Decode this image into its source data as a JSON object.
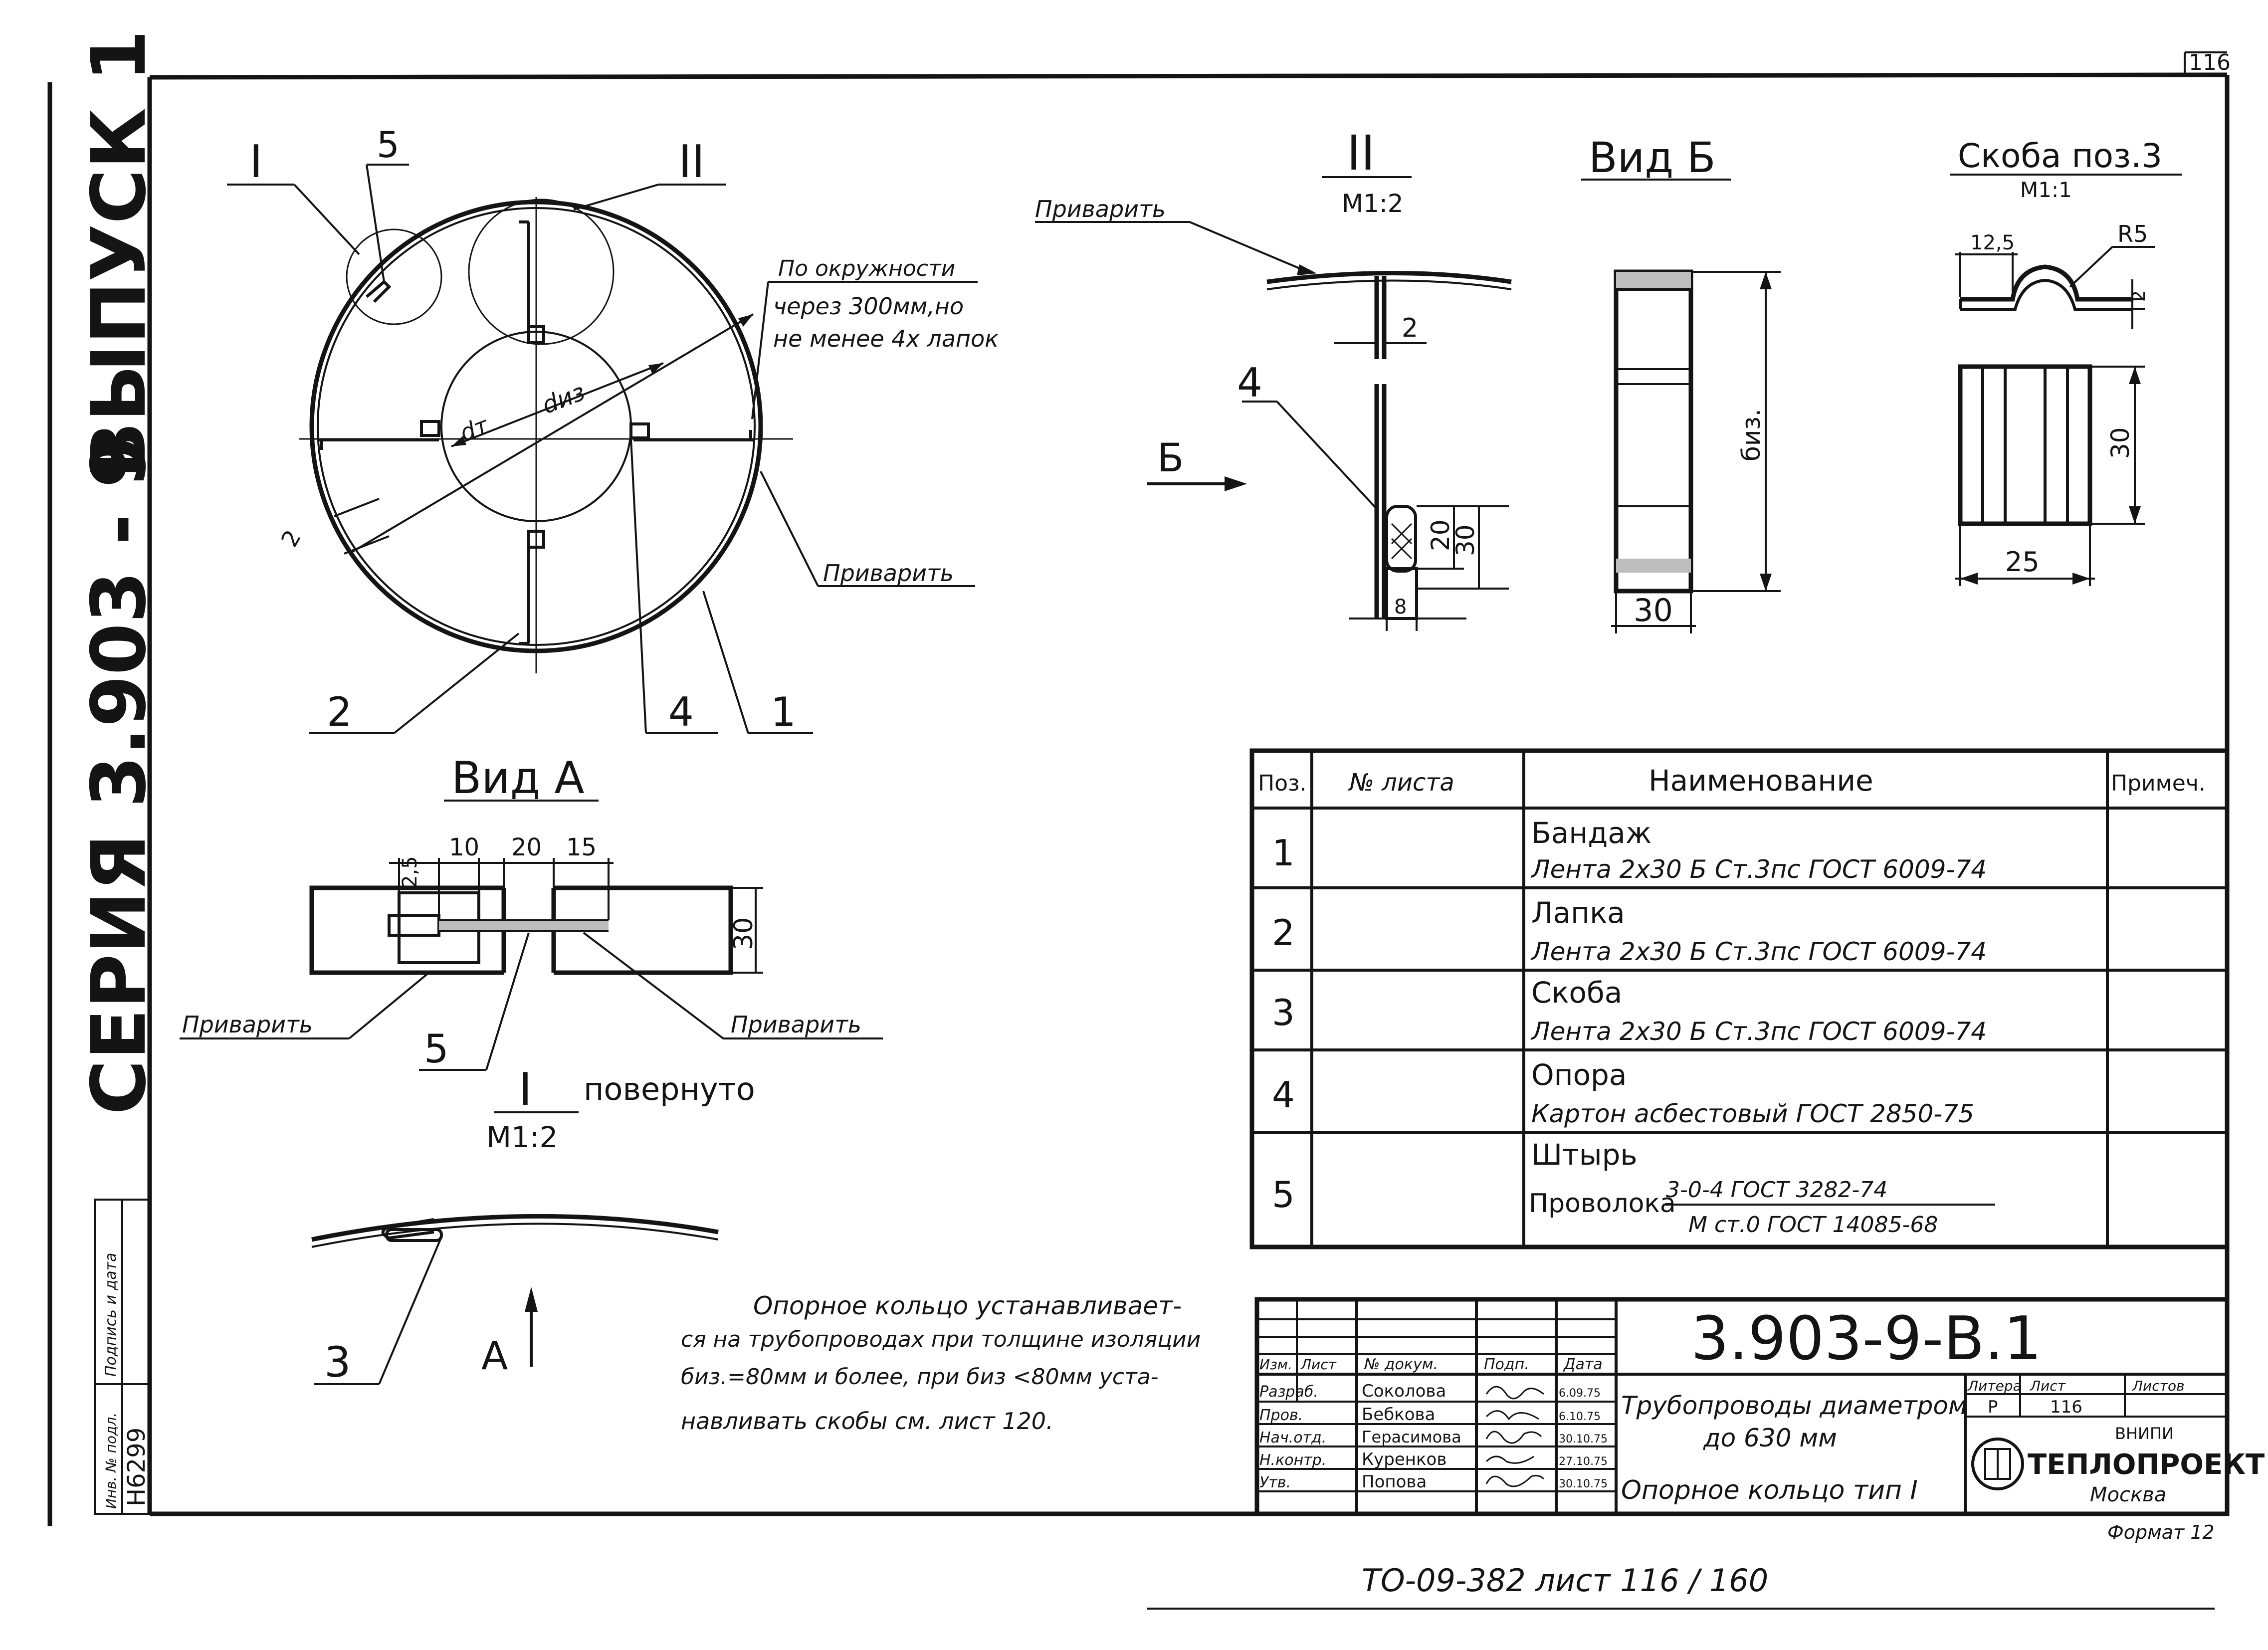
{
  "corner": {
    "sheet": "116"
  },
  "side": {
    "series": "СЕРИЯ  3.903 - 9",
    "issue": "ВЫПУСК 1",
    "stamp_label1": "Подпись и дата",
    "stamp_label2": "Инв. № подл.",
    "stamp_value": "H6299"
  },
  "circle_view": {
    "label_I": "I",
    "label_5": "5",
    "label_II": "II",
    "note_line1": "По окружности",
    "note_line2": "через 300мм,но",
    "note_line3": "не менее 4х лапок",
    "d_iz": "dиз",
    "d_t": "dт",
    "dim_2": "2",
    "weld": "Приварить",
    "pos_2": "2",
    "pos_4": "4",
    "pos_1": "1"
  },
  "detail_II": {
    "title": "II",
    "scale": "М1:2",
    "weld": "Приварить",
    "dim_2": "2",
    "pos_4": "4",
    "arrow_B": "Б",
    "dim_20": "20",
    "dim_30": "30",
    "dim_8": "8"
  },
  "view_B": {
    "title": "Вид Б",
    "dim_biz": "биз.",
    "dim_30": "30"
  },
  "bracket": {
    "title": "Скоба  поз.3",
    "scale": "М1:1",
    "dim_12_5": "12,5",
    "dim_R5": "R5",
    "dim_2": "2",
    "dim_30": "30",
    "dim_25": "25"
  },
  "view_A": {
    "title": "Вид А",
    "dim_2_5": "2,5",
    "dim_10": "10",
    "dim_20": "20",
    "dim_15": "15",
    "dim_30": "30",
    "weld_left": "Приварить",
    "weld_right": "Приварить",
    "pos_5": "5"
  },
  "detail_I": {
    "title": "I",
    "title_suffix": "повернуто",
    "scale": "М1:2",
    "pos_3": "3",
    "arrow_A": "А"
  },
  "note": {
    "line1": "Опорное кольцо устанавливает-",
    "line2": "ся на трубопроводах при толщине изоляции",
    "line3": "биз.=80мм и более, при биз <80мм уста-",
    "line4": "навливать скобы см. лист 120."
  },
  "spec_table": {
    "headers": [
      "Поз.",
      "№ листа",
      "Наименование",
      "Примеч."
    ],
    "rows": [
      {
        "pos": "1",
        "sheet": "",
        "name1": "Бандаж",
        "name2": "Лента 2х30 Б Ст.3пс ГОСТ 6009-74",
        "note": ""
      },
      {
        "pos": "2",
        "sheet": "",
        "name1": "Лапка",
        "name2": "Лента 2х30 Б Ст.3пс ГОСТ 6009-74",
        "note": ""
      },
      {
        "pos": "3",
        "sheet": "",
        "name1": "Скоба",
        "name2": "Лента 2х30 Б Ст.3пс ГОСТ 6009-74",
        "note": ""
      },
      {
        "pos": "4",
        "sheet": "",
        "name1": "Опора",
        "name2": "Картон асбестовый ГОСТ 2850-75",
        "note": ""
      },
      {
        "pos": "5",
        "sheet": "",
        "name1": "Штырь",
        "name2_prefix": "Проволока",
        "name2_top": "3-0-4 ГОСТ 3282-74",
        "name2_bottom": "М ст.0 ГОСТ 14085-68",
        "note": ""
      }
    ]
  },
  "title_block": {
    "code": "3.903-9-В.1",
    "head_cells": [
      "Изм.",
      "Лист",
      "№ докум.",
      "Подп.",
      "Дата"
    ],
    "people": [
      {
        "role": "Разраб.",
        "name": "Соколова",
        "date": "6.09.75"
      },
      {
        "role": "Пров.",
        "name": "Бебкова",
        "date": "6.10.75"
      },
      {
        "role": "Нач.отд.",
        "name": "Герасимова",
        "date": "30.10.75"
      },
      {
        "role": "Н.контр.",
        "name": "Куренков",
        "date": "27.10.75"
      },
      {
        "role": "Утв.",
        "name": "Попова",
        "date": "30.10.75"
      }
    ],
    "name_line1": "Трубопроводы диаметром",
    "name_line2": "до 630 мм",
    "name_line3": "Опорное кольцо тип I",
    "col_litera": "Литера",
    "col_sheet": "Лист",
    "col_sheets": "Листов",
    "litera": "Р",
    "sheet": "116",
    "org_top": "ВНИПИ",
    "org": "ТЕПЛОПРОЕКТ",
    "city": "Москва"
  },
  "format": "Формат 12",
  "footer": "ТО-09-382  лист 116 / 160"
}
